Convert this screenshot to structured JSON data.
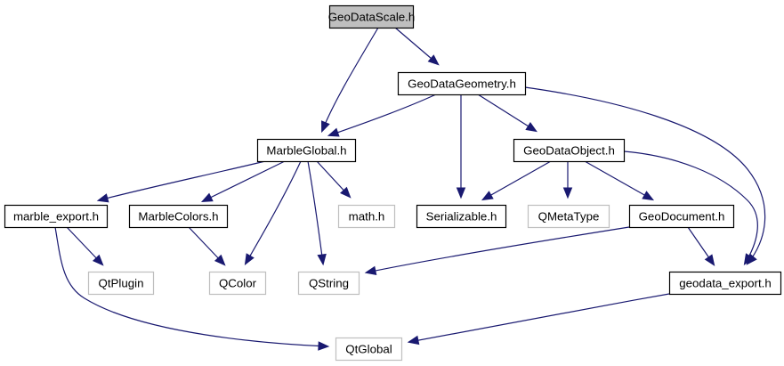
{
  "diagram": {
    "type": "include-dependency-graph",
    "colors": {
      "edge": "#191970",
      "root_fill": "#bfbfbf",
      "documented_border": "#000000",
      "external_border": "#bfbfbf"
    },
    "nodes": [
      {
        "id": "GeoDataScale",
        "label": "GeoDataScale.h",
        "kind": "root"
      },
      {
        "id": "GeoDataGeometry",
        "label": "GeoDataGeometry.h",
        "kind": "documented"
      },
      {
        "id": "MarbleGlobal",
        "label": "MarbleGlobal.h",
        "kind": "documented"
      },
      {
        "id": "GeoDataObject",
        "label": "GeoDataObject.h",
        "kind": "documented"
      },
      {
        "id": "marble_export",
        "label": "marble_export.h",
        "kind": "documented"
      },
      {
        "id": "MarbleColors",
        "label": "MarbleColors.h",
        "kind": "documented"
      },
      {
        "id": "math",
        "label": "math.h",
        "kind": "external"
      },
      {
        "id": "Serializable",
        "label": "Serializable.h",
        "kind": "documented"
      },
      {
        "id": "QMetaType",
        "label": "QMetaType",
        "kind": "external"
      },
      {
        "id": "GeoDocument",
        "label": "GeoDocument.h",
        "kind": "documented"
      },
      {
        "id": "QtPlugin",
        "label": "QtPlugin",
        "kind": "external"
      },
      {
        "id": "QColor",
        "label": "QColor",
        "kind": "external"
      },
      {
        "id": "QString",
        "label": "QString",
        "kind": "external"
      },
      {
        "id": "geodata_export",
        "label": "geodata_export.h",
        "kind": "documented"
      },
      {
        "id": "QtGlobal",
        "label": "QtGlobal",
        "kind": "external"
      }
    ],
    "edges": [
      {
        "from": "GeoDataScale",
        "to": "GeoDataGeometry"
      },
      {
        "from": "GeoDataScale",
        "to": "MarbleGlobal"
      },
      {
        "from": "GeoDataGeometry",
        "to": "MarbleGlobal"
      },
      {
        "from": "GeoDataGeometry",
        "to": "Serializable"
      },
      {
        "from": "GeoDataGeometry",
        "to": "GeoDataObject"
      },
      {
        "from": "GeoDataGeometry",
        "to": "geodata_export"
      },
      {
        "from": "MarbleGlobal",
        "to": "marble_export"
      },
      {
        "from": "MarbleGlobal",
        "to": "MarbleColors"
      },
      {
        "from": "MarbleGlobal",
        "to": "QColor"
      },
      {
        "from": "MarbleGlobal",
        "to": "QString"
      },
      {
        "from": "MarbleGlobal",
        "to": "math"
      },
      {
        "from": "GeoDataObject",
        "to": "Serializable"
      },
      {
        "from": "GeoDataObject",
        "to": "QMetaType"
      },
      {
        "from": "GeoDataObject",
        "to": "GeoDocument"
      },
      {
        "from": "GeoDataObject",
        "to": "geodata_export"
      },
      {
        "from": "marble_export",
        "to": "QtPlugin"
      },
      {
        "from": "marble_export",
        "to": "QtGlobal"
      },
      {
        "from": "MarbleColors",
        "to": "QColor"
      },
      {
        "from": "GeoDocument",
        "to": "QString"
      },
      {
        "from": "GeoDocument",
        "to": "geodata_export"
      },
      {
        "from": "geodata_export",
        "to": "QtGlobal"
      }
    ]
  }
}
